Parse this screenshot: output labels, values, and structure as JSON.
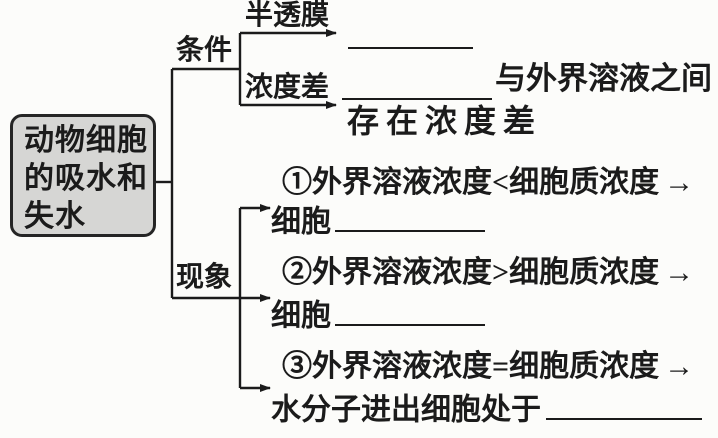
{
  "colors": {
    "background": "#fcfcfa",
    "ink": "#1b1b1b",
    "box_fill": "#d6d6d4",
    "box_border": "#252525"
  },
  "root_box": {
    "line1": "动物细胞",
    "line2": "的吸水和",
    "line3": "失水"
  },
  "condition": {
    "label": "条件",
    "semipermeable_label": "半透膜",
    "gradient_label": "浓度差",
    "gradient_after_blank": "与外界溶液之间",
    "gradient_second_line": "存在浓度差"
  },
  "phenomenon": {
    "label": "现象",
    "items": [
      {
        "line1": "①外界溶液浓度<细胞质浓度",
        "arrow": "→",
        "line2": "细胞"
      },
      {
        "line1": "②外界溶液浓度>细胞质浓度",
        "arrow": "→",
        "line2": "细胞"
      },
      {
        "line1": "③外界溶液浓度=细胞质浓度",
        "arrow": "→",
        "line2": "水分子进出细胞处于"
      }
    ]
  }
}
